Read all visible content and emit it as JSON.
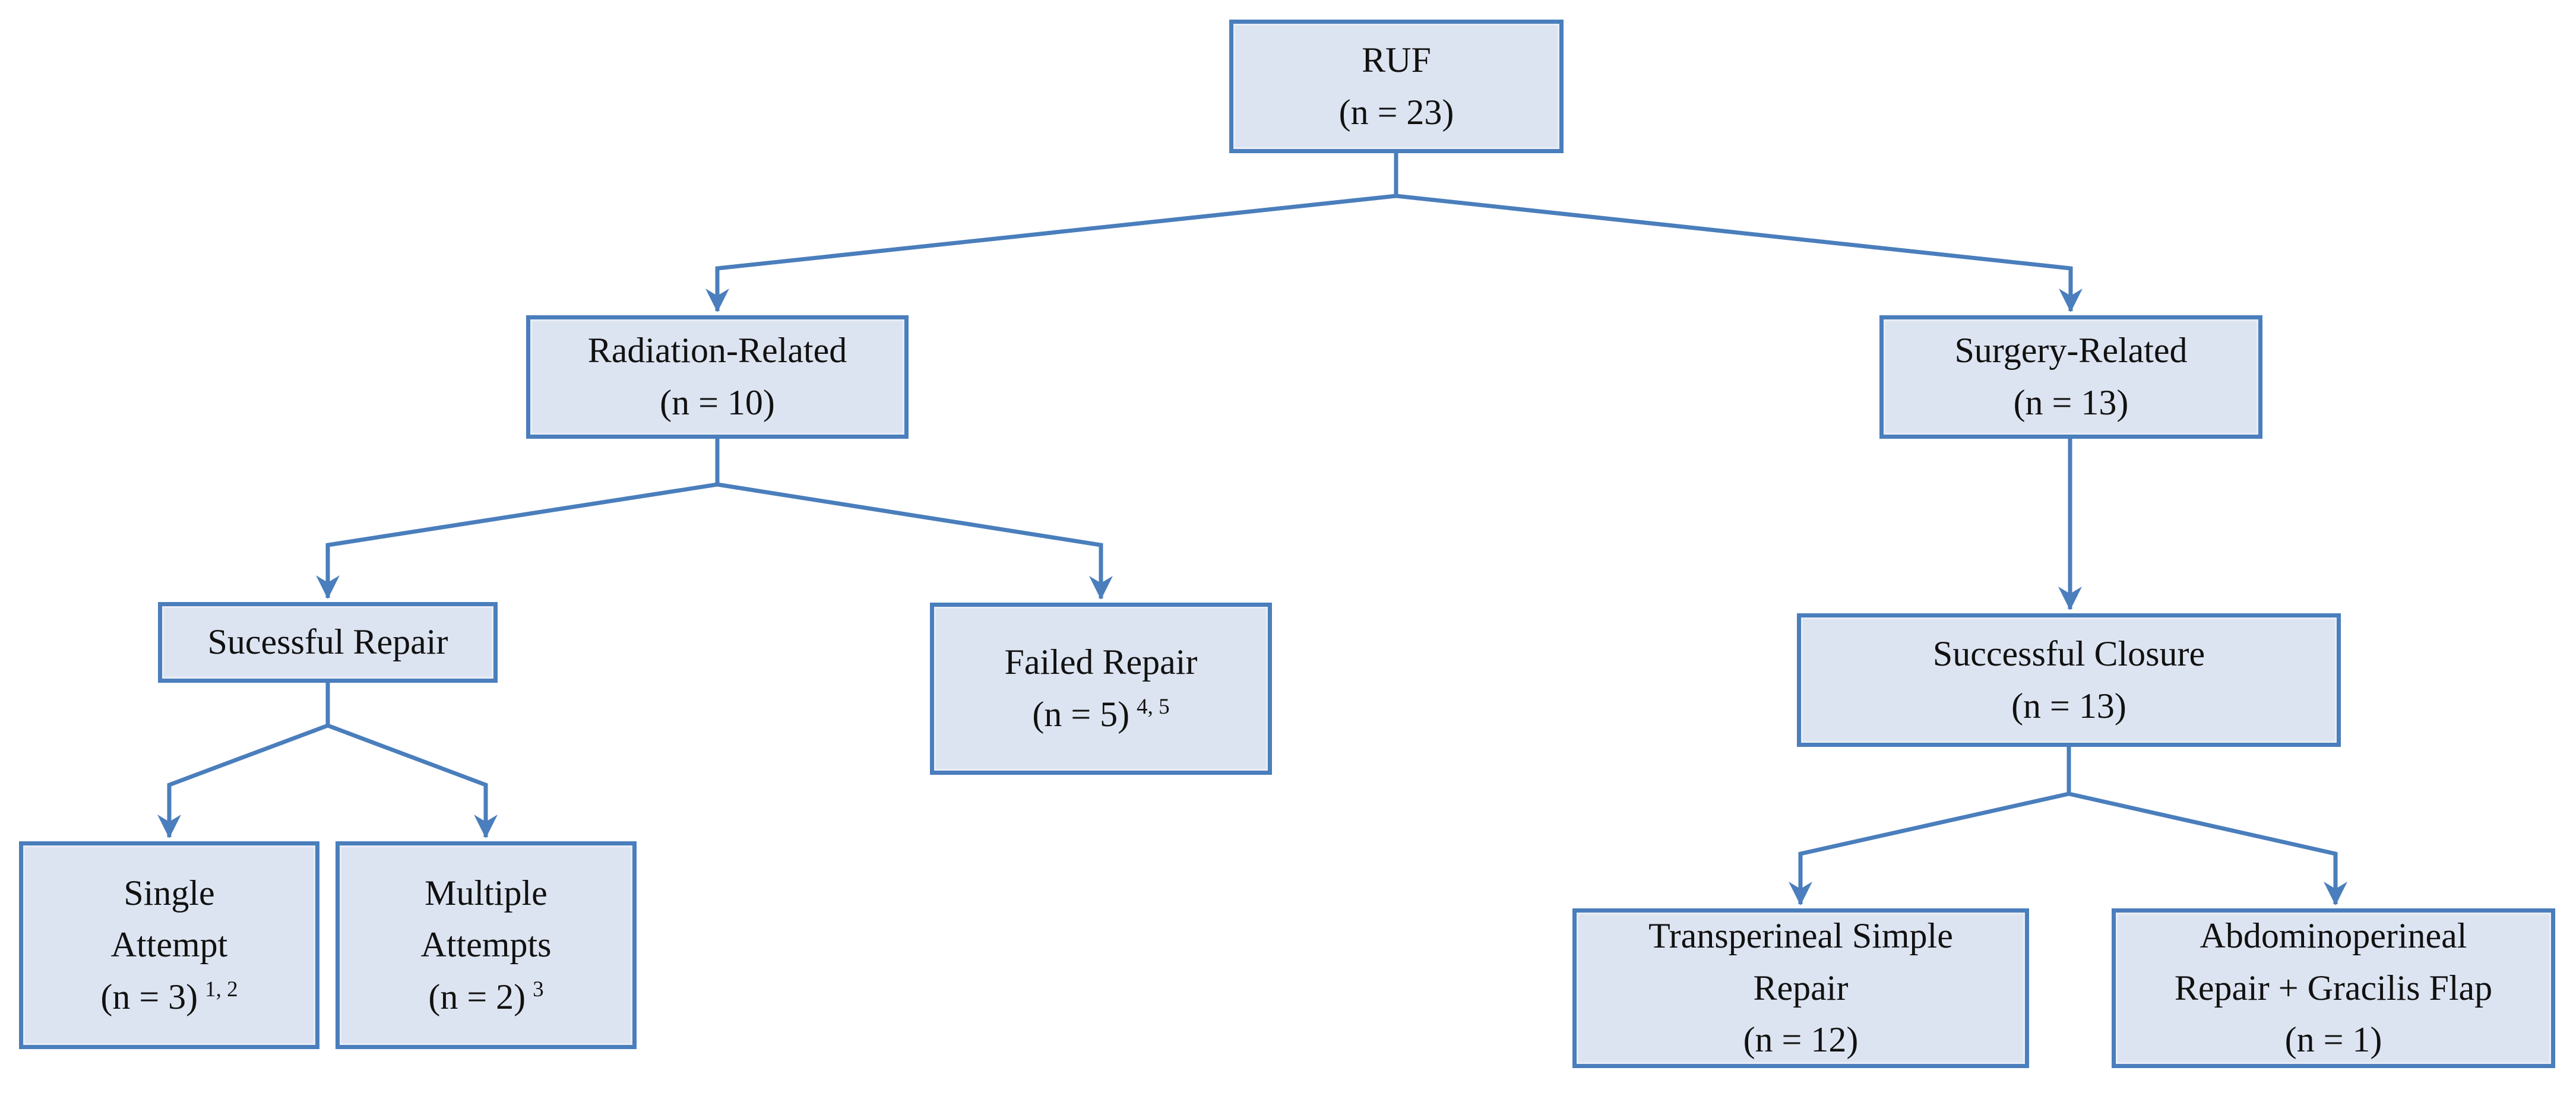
{
  "diagram": {
    "type": "flowchart",
    "colors": {
      "background": "#ffffff",
      "box_fill": "#dde4f1",
      "box_border": "#4a7ebc",
      "connector": "#4a7ebc",
      "text": "#111111"
    },
    "nodes": {
      "ruf": {
        "line1": "RUF",
        "line2": "(n = 23)"
      },
      "radiation_related": {
        "line1": "Radiation-Related",
        "line2": "(n = 10)"
      },
      "surgery_related": {
        "line1": "Surgery-Related",
        "line2": "(n = 13)"
      },
      "successful_repair": {
        "line1": "Sucessful Repair"
      },
      "failed_repair": {
        "line1": "Failed Repair",
        "line2": "(n = 5)",
        "superscript": "4, 5"
      },
      "single_attempt": {
        "line1": "Single",
        "line2": "Attempt",
        "line3": "(n = 3)",
        "superscript": "1, 2"
      },
      "multiple_attempts": {
        "line1": "Multiple",
        "line2": "Attempts",
        "line3": "(n = 2)",
        "superscript": "3"
      },
      "successful_closure": {
        "line1": "Successful Closure",
        "line2": "(n = 13)"
      },
      "transperineal_simple_repair": {
        "line1": "Transperineal Simple",
        "line2": "Repair",
        "line3": "(n = 12)"
      },
      "abdominoperineal_repair": {
        "line1": "Abdominoperineal",
        "line2": "Repair + Gracilis Flap",
        "line3": "(n = 1)"
      }
    },
    "edges": [
      {
        "from": "RUF",
        "to": "Radiation-Related"
      },
      {
        "from": "RUF",
        "to": "Surgery-Related"
      },
      {
        "from": "Radiation-Related",
        "to": "Sucessful Repair"
      },
      {
        "from": "Radiation-Related",
        "to": "Failed Repair"
      },
      {
        "from": "Sucessful Repair",
        "to": "Single Attempt"
      },
      {
        "from": "Sucessful Repair",
        "to": "Multiple Attempts"
      },
      {
        "from": "Surgery-Related",
        "to": "Successful Closure"
      },
      {
        "from": "Successful Closure",
        "to": "Transperineal Simple Repair"
      },
      {
        "from": "Successful Closure",
        "to": "Abdominoperineal Repair + Gracilis Flap"
      }
    ]
  }
}
